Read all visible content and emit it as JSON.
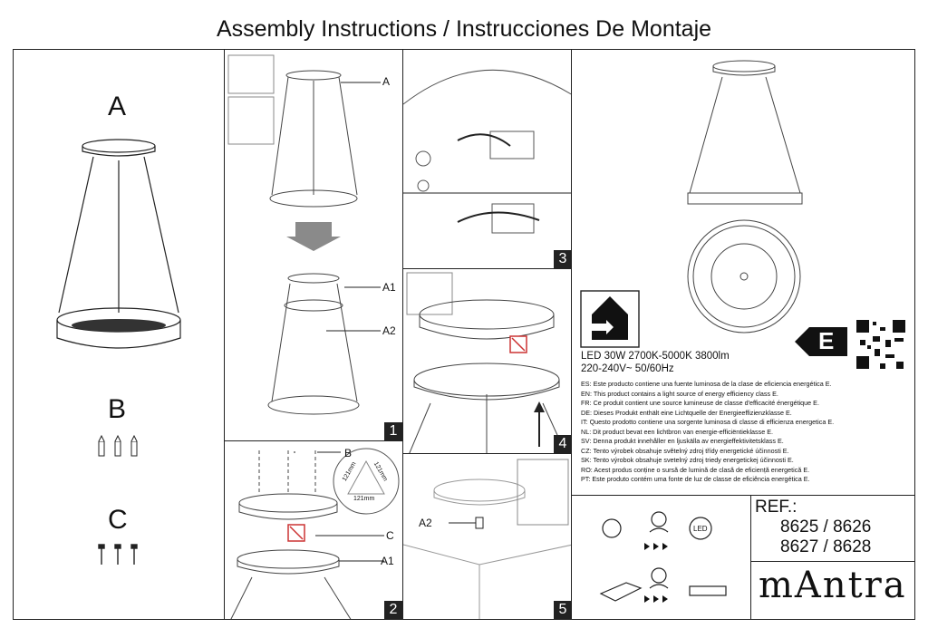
{
  "title": "Assembly Instructions / Instrucciones De Montaje",
  "parts": {
    "a": "A",
    "b": "B",
    "c": "C"
  },
  "step_labels": {
    "a": "A",
    "a1": "A1",
    "a2": "A2",
    "b": "B",
    "c": "C",
    "a1_2": "A1",
    "a2_5": "A2",
    "dim_left": "121mm",
    "dim_bottom": "121mm",
    "dim_right": "121mm"
  },
  "step_numbers": [
    "1",
    "2",
    "3",
    "4",
    "5"
  ],
  "energy_class": "E",
  "product_info": {
    "line1": "LED 30W 2700K-5000K 3800lm",
    "line2": "220-240V~ 50/60Hz"
  },
  "energy_statements": [
    "ES: Este producto contiene una fuente luminosa de la clase de eficiencia energética E.",
    "EN: This product contains a light source of energy efficiency class E.",
    "FR: Ce produit contient une source lumineuse de classe d'efficacité énergétique E.",
    "DE: Dieses Produkt enthält eine Lichtquelle der Energieeffizienzklasse E.",
    "IT: Questo prodotto contiene una sorgente luminosa di classe di efficienza energetica E.",
    "NL: Dit product bevat een lichtbron van energie-efficiëntieklasse E.",
    "SV: Denna produkt innehåller en ljuskälla av energieffektivitetsklass E.",
    "CZ: Tento výrobek obsahuje světelný zdroj třídy energetické účinnosti E.",
    "SK: Tento výrobok obsahuje svetelný zdroj triedy energetickej účinnosti E.",
    "RO: Acest produs conține o sursă de lumină de clasă de eficiență energetică E.",
    "PT: Este produto contém uma fonte de luz de classe de eficiência energética E."
  ],
  "ref": {
    "label": "REF.:",
    "line1": "8625 / 8626",
    "line2": "8627 / 8628"
  },
  "led_icon": "LED",
  "brand": "mAntra",
  "icons": [
    "house-arrow-icon",
    "qr-code-icon",
    "energy-arrow-icon",
    "lamp-break-icon",
    "technician-icon",
    "led-icon",
    "driver-icon"
  ]
}
